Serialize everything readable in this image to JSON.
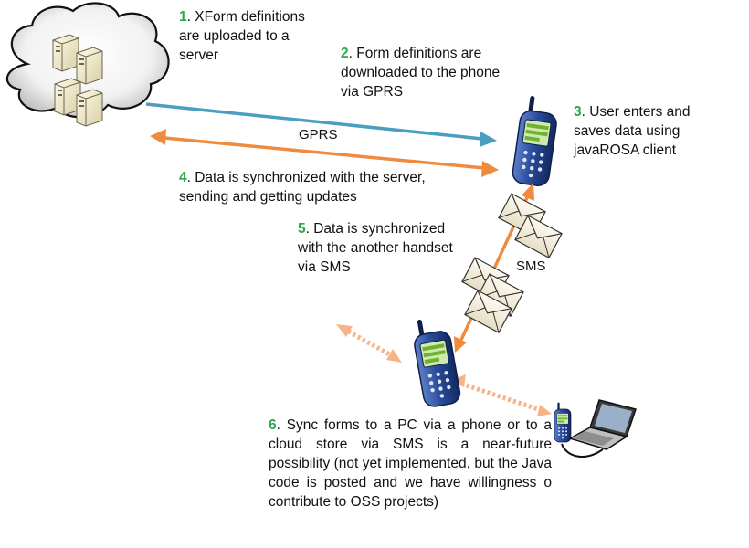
{
  "steps": [
    {
      "num": "1",
      "text": ". XForm definitions are uploaded to a server"
    },
    {
      "num": "2",
      "text": ". Form definitions are downloaded to the phone via GPRS"
    },
    {
      "num": "3",
      "text": ". User enters and saves data using javaROSA client"
    },
    {
      "num": "4",
      "text": ". Data is synchronized with the server, sending and getting updates"
    },
    {
      "num": "5",
      "text": ". Data is synchronized with the another handset via SMS"
    },
    {
      "num": "6",
      "text": ". Sync forms to a PC via a phone or to a cloud store via SMS is a near-future possibility (not yet implemented, but the Java code is posted and we have willingness o contribute to OSS projects)"
    }
  ],
  "labels": {
    "gprs": "GPRS",
    "sms": "SMS"
  },
  "colors": {
    "step_number": "#2aa84a",
    "upload_arrow": "#4a9fc0",
    "sync_arrow": "#f08a3c",
    "phone_body": "#1f3f86",
    "phone_screen": "#7fbf2a"
  },
  "icons": [
    "cloud-icon",
    "server-icon",
    "phone-icon",
    "envelope-icon",
    "laptop-icon"
  ]
}
